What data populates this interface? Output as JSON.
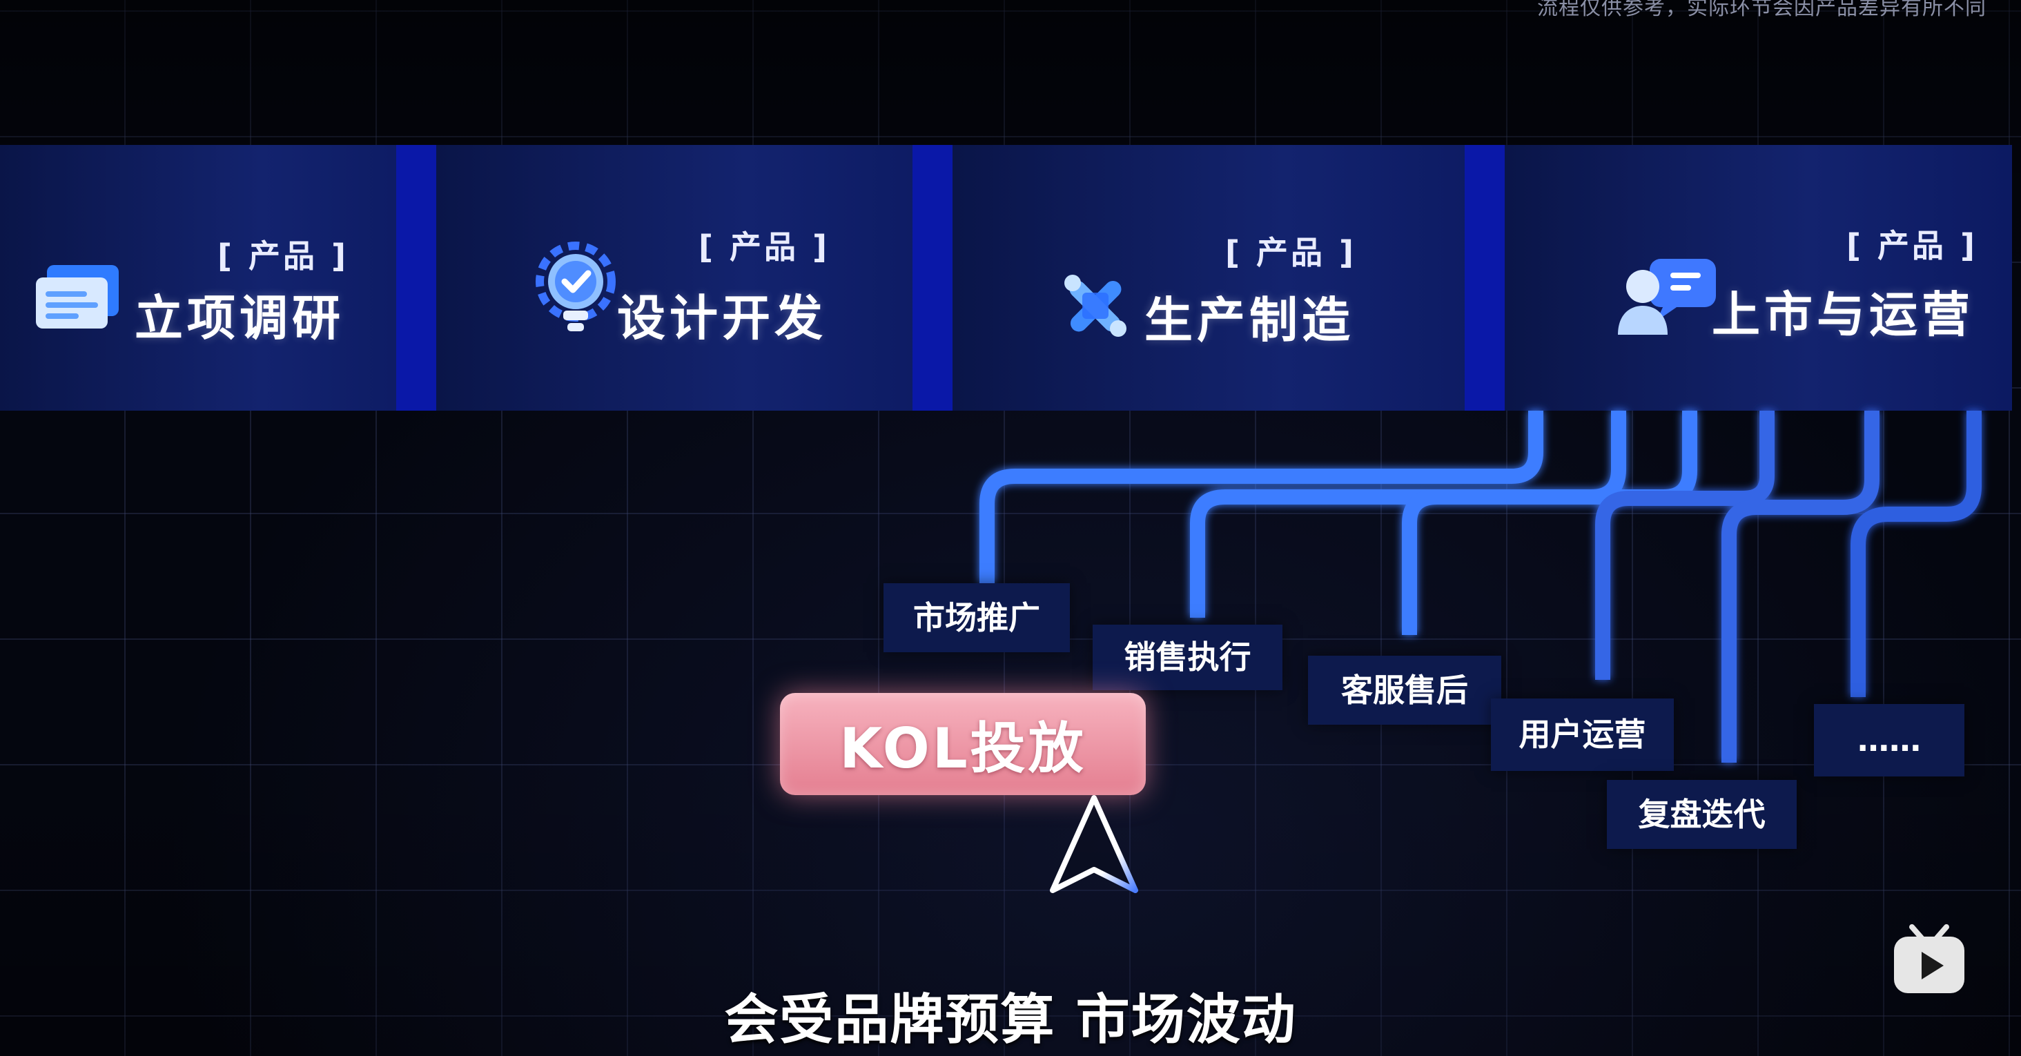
{
  "disclaimer": "流程仅供参考，实际环节会因产品差异有所不同",
  "stages": [
    {
      "tag": "[ 产品 ]",
      "title": "立项调研",
      "icon": "document-stack-icon"
    },
    {
      "tag": "[ 产品 ]",
      "title": "设计开发",
      "icon": "lightbulb-gear-check-icon"
    },
    {
      "tag": "[ 产品 ]",
      "title": "生产制造",
      "icon": "tools-cross-icon"
    },
    {
      "tag": "[ 产品 ]",
      "title": "上市与运营",
      "icon": "user-chat-icon"
    }
  ],
  "branches": {
    "market": "市场推广",
    "sales": "销售执行",
    "service": "客服售后",
    "user_ops": "用户运营",
    "review": "复盘迭代",
    "more": "……"
  },
  "highlight": "KOL投放",
  "subtitle": "会受品牌预算 市场波动",
  "colors": {
    "background": "#04060f",
    "stage_panel": "#13236e",
    "stage_edge": "#0a18a8",
    "connector": "#3d7dff",
    "chip": "#0d1a4d",
    "highlight": "#ee93a3"
  },
  "logo": "bilibili-tv-icon"
}
